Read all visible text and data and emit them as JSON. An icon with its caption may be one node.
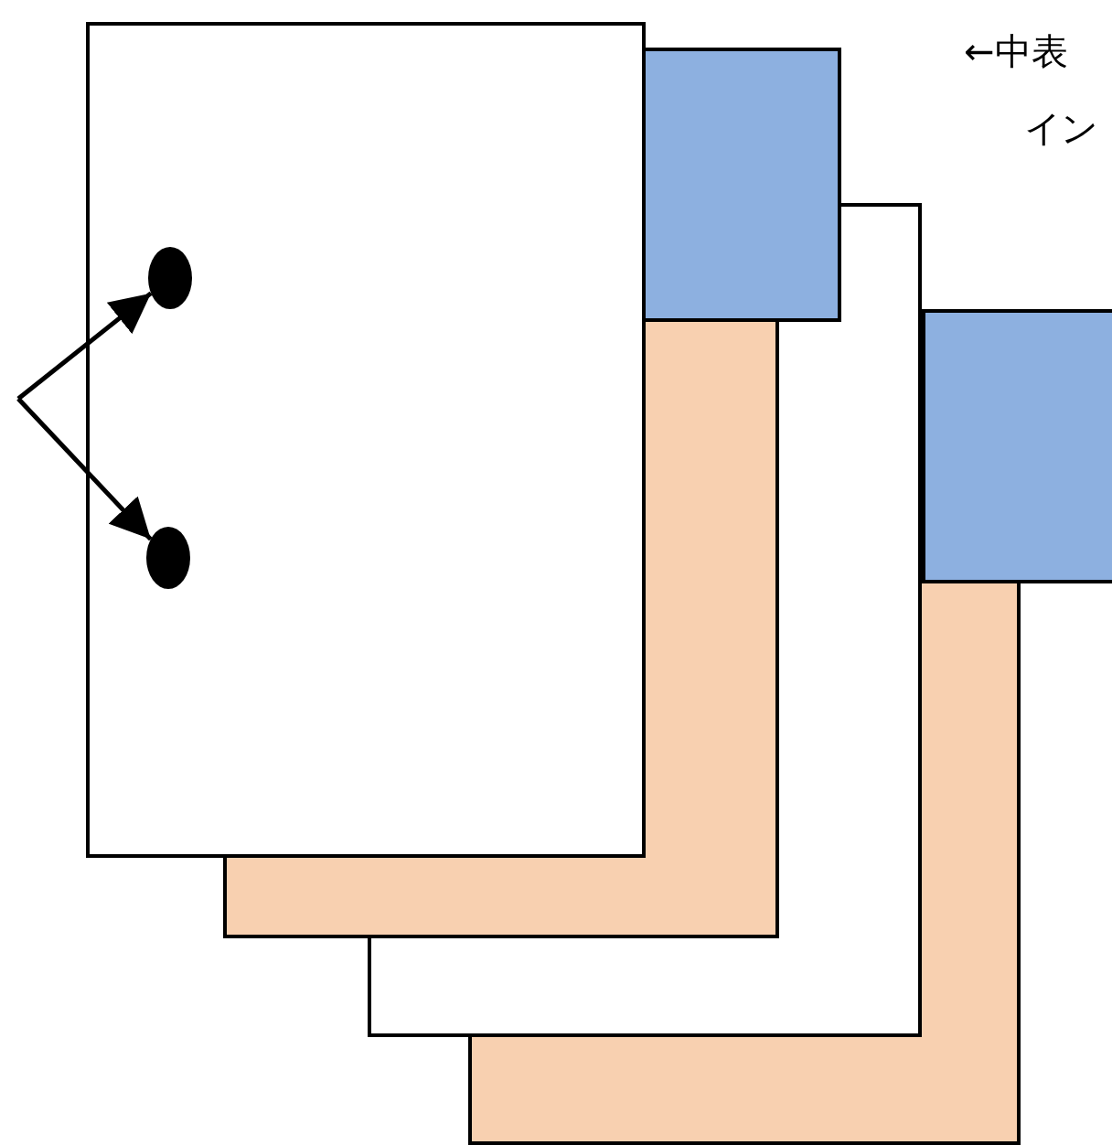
{
  "diagram": {
    "nodes": [
      {
        "text": [],
        "shape": "circle"
      },
      {
        "text": [],
        "shape": "circle"
      }
    ],
    "edges": [
      {
        "from": null,
        "to": 0,
        "arrow": "to"
      },
      {
        "from": null,
        "to": 1,
        "arrow": "to"
      }
    ],
    "labels": [
      "←中表",
      "イン"
    ]
  }
}
